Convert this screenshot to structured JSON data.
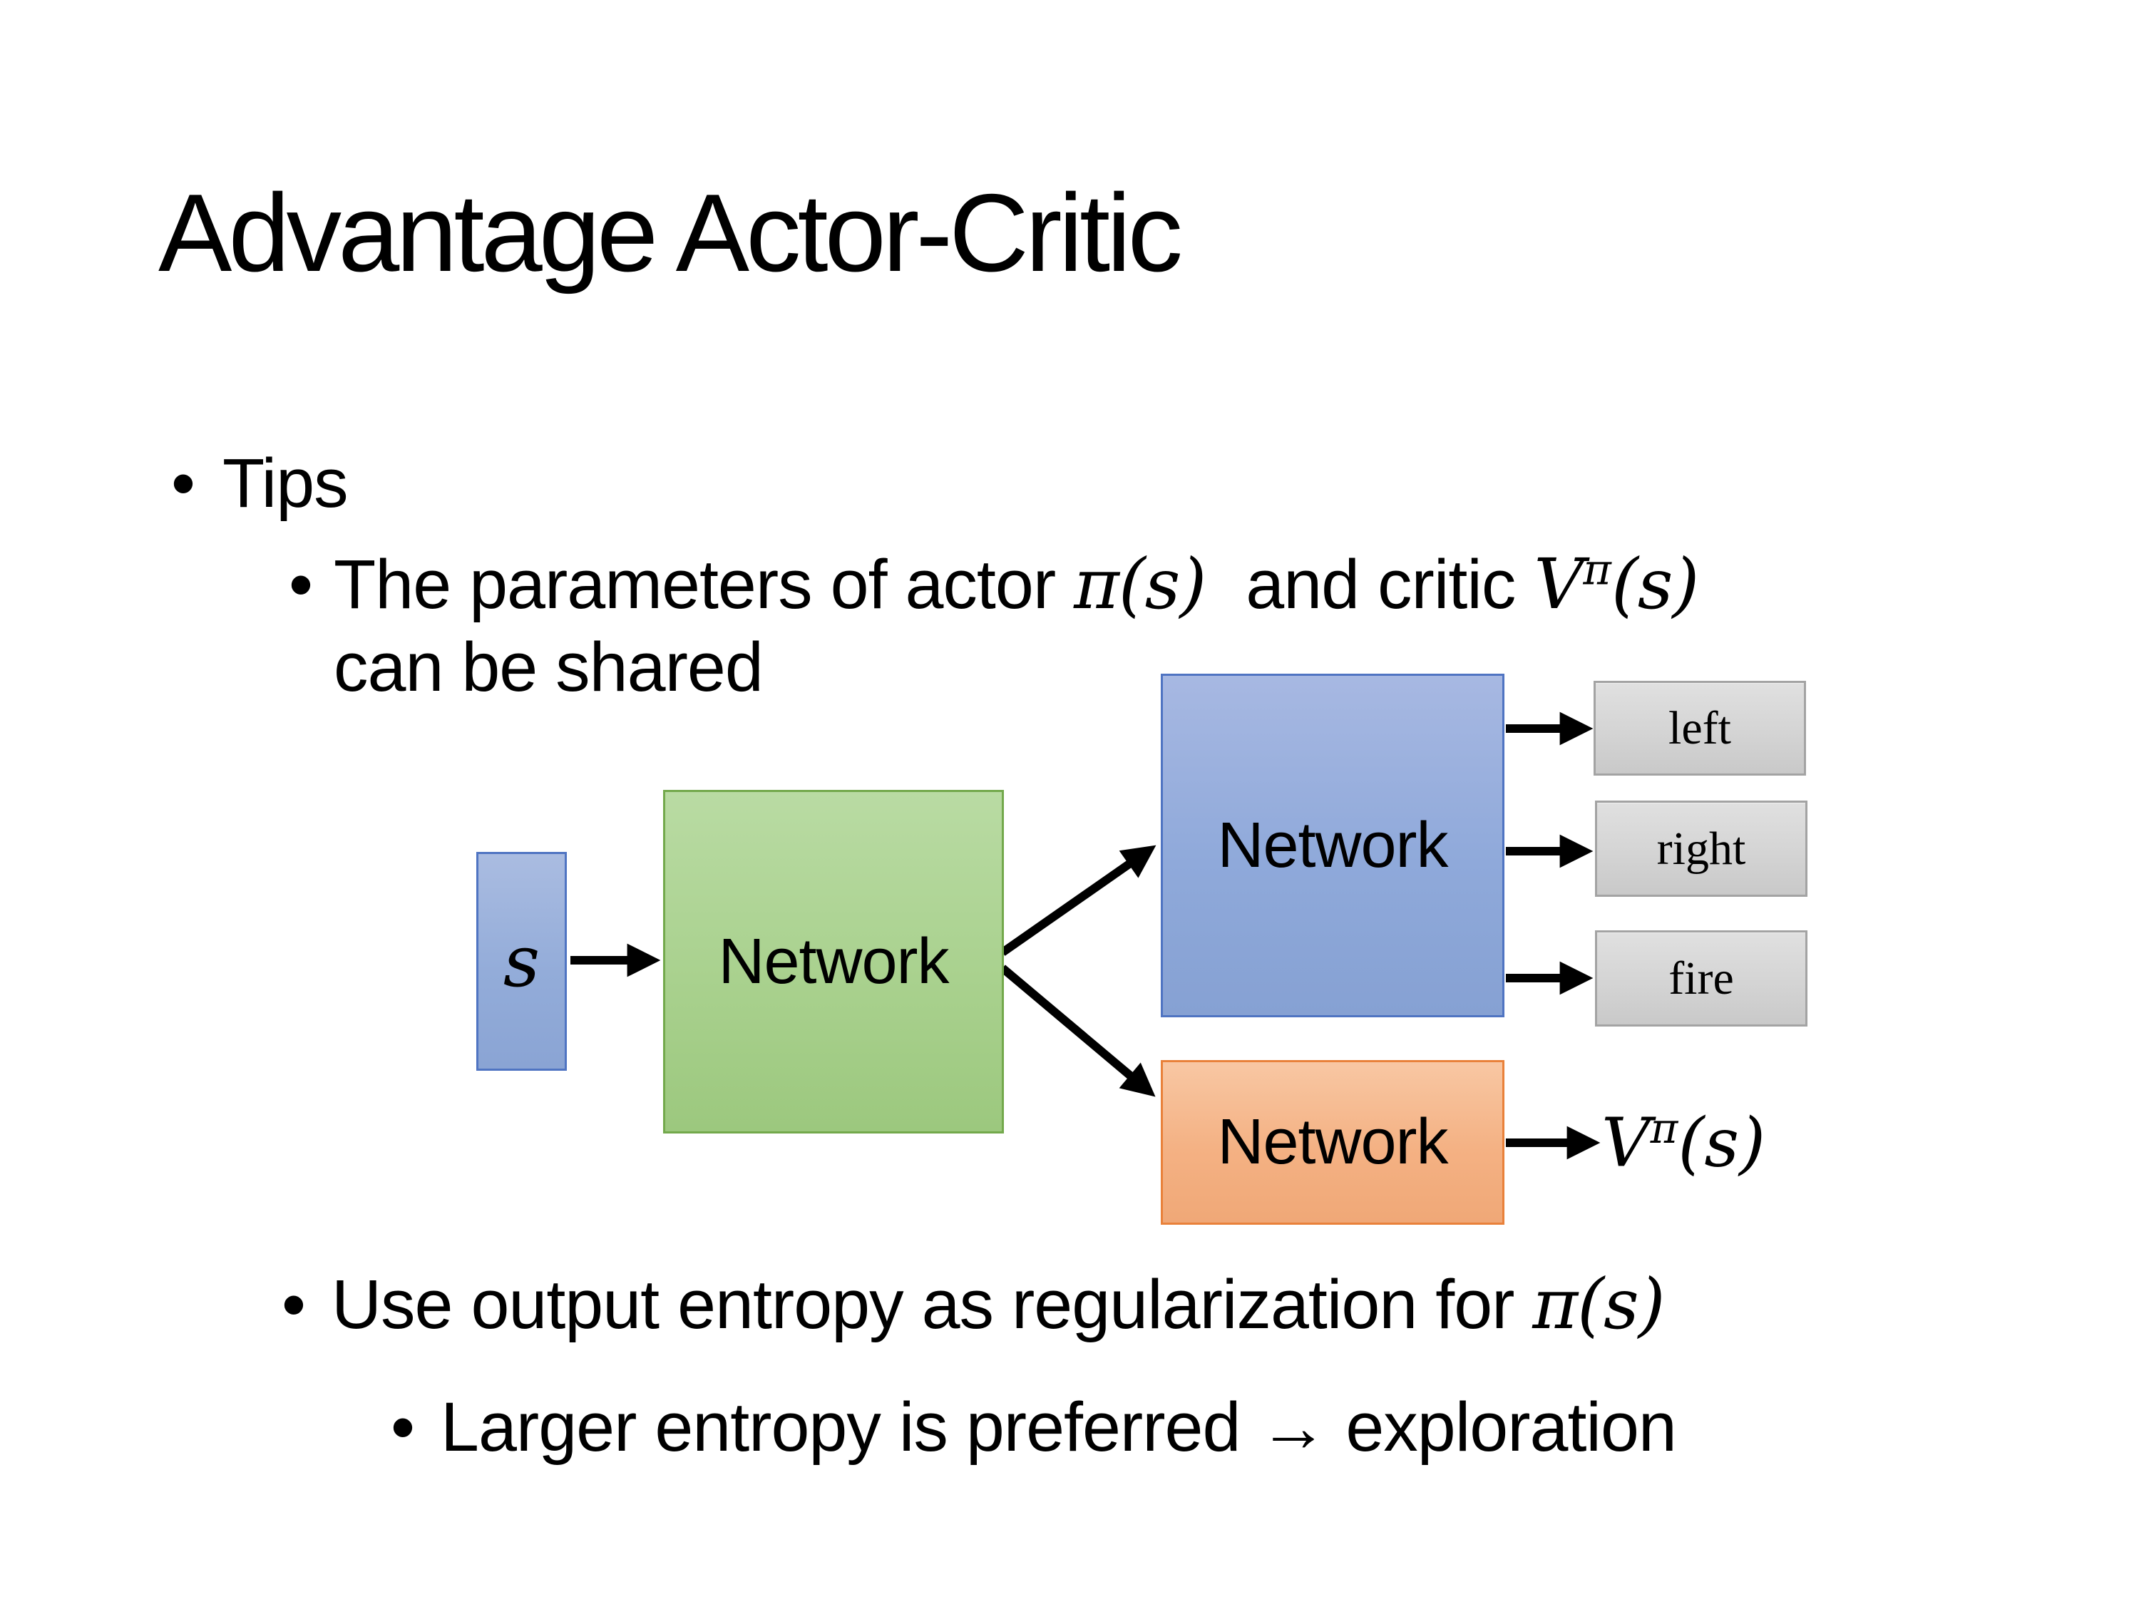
{
  "slide": {
    "title": "Advantage Actor-Critic",
    "bullet_char": "•",
    "bullets": {
      "tips": "Tips",
      "param": {
        "pre": "The parameters of actor ",
        "actor_math": "π(s)",
        "mid": " and critic ",
        "critic_v": "V",
        "critic_sup": "π",
        "critic_args": "(s)",
        "line2": "can be shared"
      },
      "entropy": {
        "pre": "Use output entropy as regularization for ",
        "math": "π(s)"
      },
      "exploration": "Larger entropy is preferred → exploration"
    },
    "diagram": {
      "state_label": "s",
      "shared_network": "Network",
      "actor_network": "Network",
      "critic_network": "Network",
      "actions": [
        "left",
        "right",
        "fire"
      ],
      "critic_output": {
        "v": "V",
        "sup": "π",
        "args": "(s)"
      },
      "colors": {
        "state_fill": "#8FAADC",
        "state_border": "#4472C4",
        "shared_fill": "#A9D18E",
        "shared_border": "#70AD47",
        "actor_fill": "#8FAADC",
        "actor_border": "#4472C4",
        "critic_fill": "#F4B183",
        "critic_border": "#ED7D31",
        "action_fill": "#D6D6D6",
        "action_border": "#A6A6A6",
        "arrow": "#000000",
        "text": "#000000",
        "background": "#FFFFFF"
      }
    }
  }
}
